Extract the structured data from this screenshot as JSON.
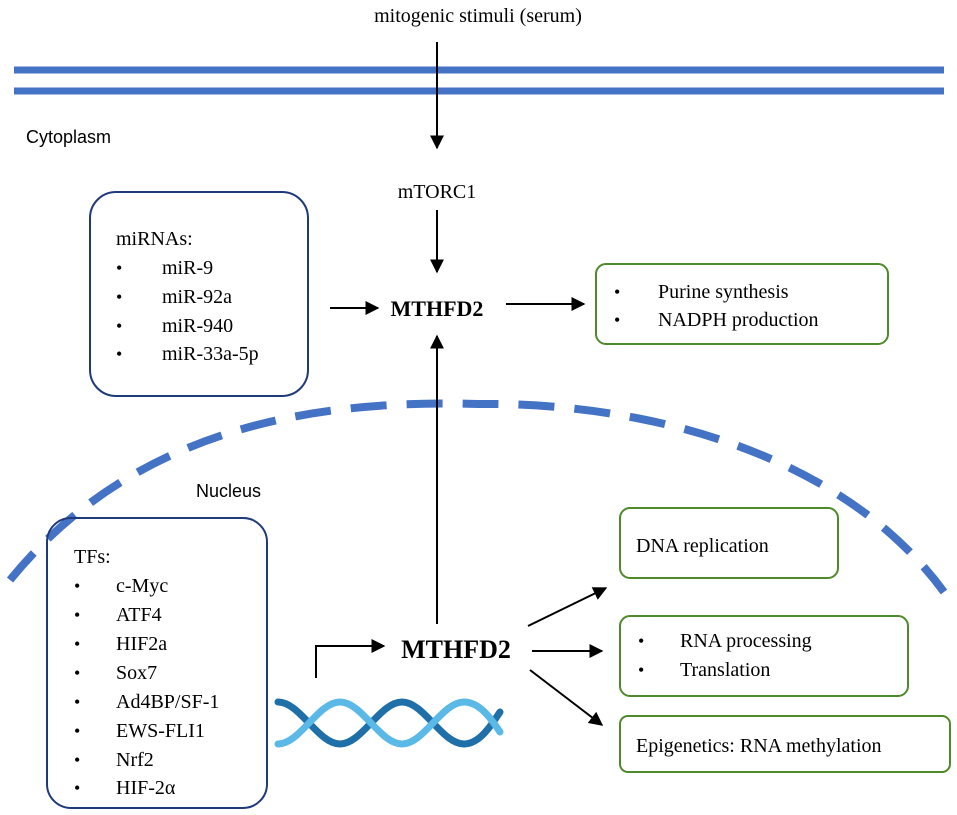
{
  "colors": {
    "membrane": "#4472c4",
    "navy_box": "#1f3a7a",
    "green_box": "#4e8a2a",
    "arrow": "#000000",
    "dna_dark": "#1f6fa8",
    "dna_light": "#5ab9e6"
  },
  "labels": {
    "stimulus": "mitogenic stimuli (serum)",
    "cytoplasm": "Cytoplasm",
    "nucleus": "Nucleus",
    "mtorc1": "mTORC1",
    "mthfd2_cyto": "MTHFD2",
    "mthfd2_nuc": "MTHFD2"
  },
  "mirna_box": {
    "title": "miRNAs:",
    "items": [
      "miR-9",
      "miR-92a",
      "miR-940",
      "miR-33a-5p"
    ]
  },
  "tf_box": {
    "title": "TFs:",
    "items": [
      "c-Myc",
      "ATF4",
      "HIF2a",
      "Sox7",
      "Ad4BP/SF-1",
      "EWS-FLI1",
      "Nrf2",
      "HIF-2α"
    ]
  },
  "outputs": {
    "cyto_box": [
      "Purine synthesis",
      "NADPH production"
    ],
    "dna_replication": "DNA replication",
    "rna_box": [
      "RNA processing",
      "Translation"
    ],
    "epigenetics": "Epigenetics: RNA methylation"
  },
  "bullet": "•",
  "icons": {
    "dna": "dna-helix-icon"
  }
}
